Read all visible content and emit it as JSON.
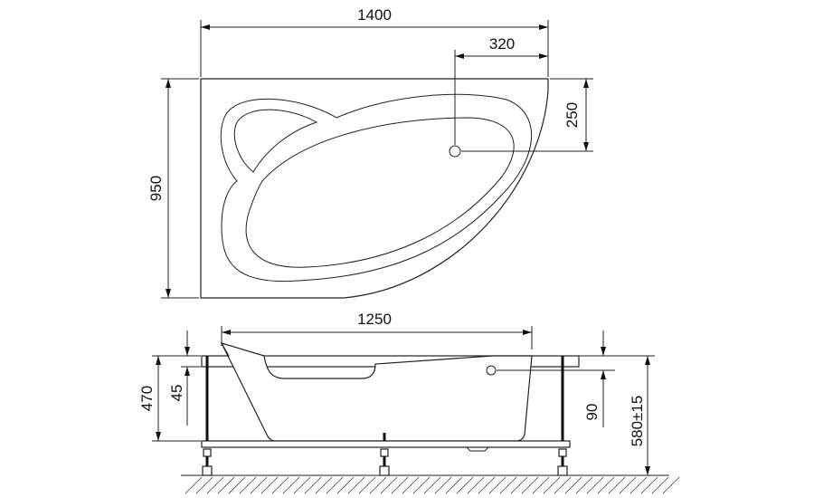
{
  "dimensions": {
    "top_width": "1400",
    "drain_offset_x": "320",
    "drain_offset_y": "250",
    "top_depth": "950",
    "side_length": "1250",
    "height_470": "470",
    "rim_45": "45",
    "overflow_90": "90",
    "total_height": "580±15"
  },
  "colors": {
    "line": "#222222",
    "background": "#ffffff"
  }
}
